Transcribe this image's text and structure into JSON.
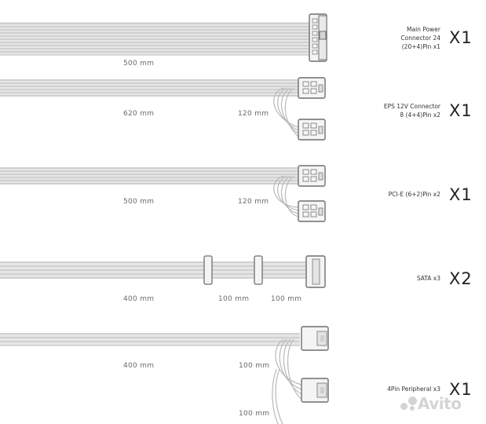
{
  "cables": [
    {
      "name": "main-power-cable",
      "lengths": [
        "500 mm"
      ],
      "description": "Main Power Connector 24 (20+4)Pin x1",
      "description_lines": [
        "Main Power",
        "Connector 24",
        "(20+4)Pin x1"
      ],
      "quantity": "X1"
    },
    {
      "name": "eps-cable",
      "lengths": [
        "620 mm",
        "120 mm"
      ],
      "description_lines": [
        "EPS 12V Connector",
        "8 (4+4)Pin x2"
      ],
      "quantity": "X1"
    },
    {
      "name": "pcie-cable",
      "lengths": [
        "500 mm",
        "120 mm"
      ],
      "description_lines": [
        "PCI-E (6+2)Pin x2"
      ],
      "quantity": "X1"
    },
    {
      "name": "sata-cable",
      "lengths": [
        "400 mm",
        "100 mm",
        "100 mm"
      ],
      "description_lines": [
        "SATA x3"
      ],
      "quantity": "X2"
    },
    {
      "name": "peripheral-cable",
      "lengths": [
        "400 mm",
        "100 mm",
        "100 mm"
      ],
      "description_lines": [
        "4Pin Peripheral x3"
      ],
      "quantity": "X1"
    }
  ],
  "watermark": "Avito",
  "colors": {
    "wire": "#d9d9d9",
    "outline": "#b5b5b5",
    "connector": "#f2f2f2",
    "connector_stroke": "#6f6f6f",
    "text": "#333333"
  }
}
